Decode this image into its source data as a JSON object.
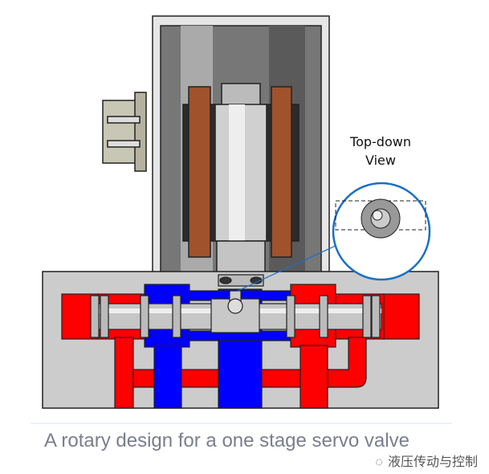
{
  "diagram": {
    "view_label_line1": "Top-down",
    "view_label_line2": "View",
    "colors": {
      "pressure": "#ff0000",
      "return": "#0000ff",
      "body": "#cccccc",
      "leader_line": "#1a6fc4"
    }
  },
  "caption": "A rotary design for a one stage servo valve",
  "watermark": {
    "icon": "wechat-icon",
    "text": "液压传动与控制"
  }
}
